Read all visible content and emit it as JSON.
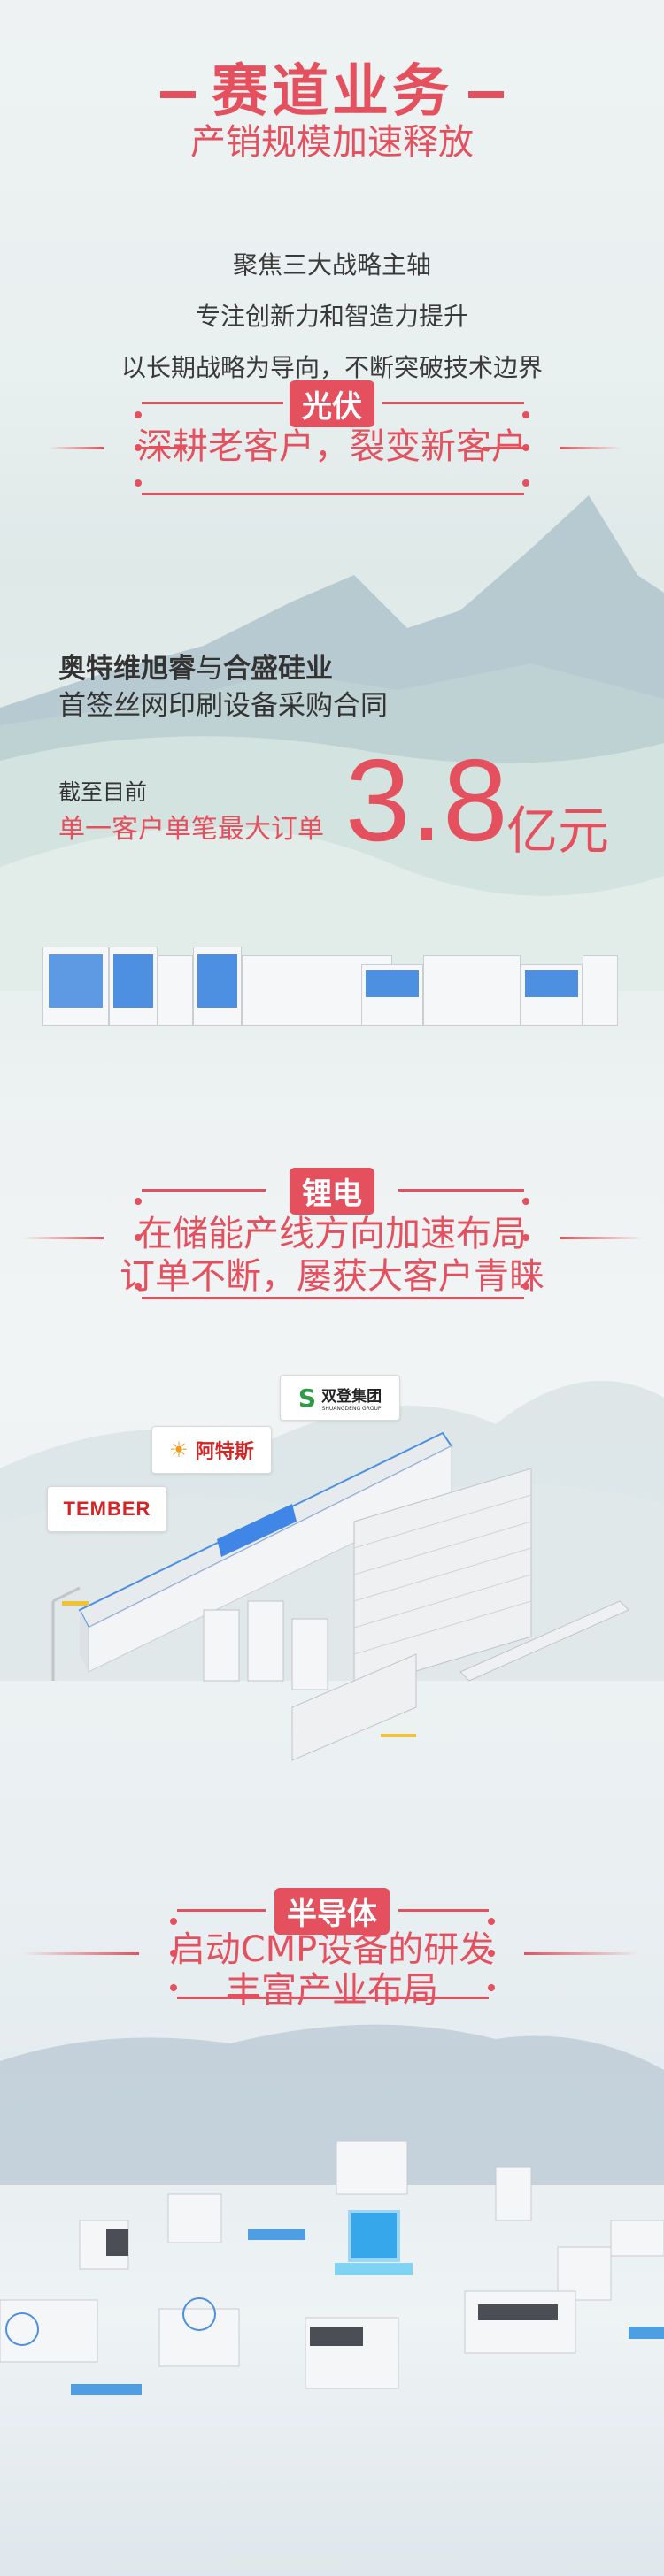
{
  "header": {
    "title": "赛道业务",
    "subtitle": "产销规模加速释放"
  },
  "intro": [
    "聚焦三大战略主轴",
    "专注创新力和智造力提升",
    "以长期战略为导向，不断突破技术边界"
  ],
  "sections": [
    {
      "badge": "光伏",
      "lines": [
        "深耕老客户，裂变新客户"
      ],
      "company_a": "奥特维旭睿",
      "connector": "与",
      "company_b": "合盛硅业",
      "contract": "首签丝网印刷设备采购合同",
      "as_of": "截至目前",
      "record": "单一客户单笔最大订单",
      "amount": "3.8",
      "unit": "亿元"
    },
    {
      "badge": "锂电",
      "lines": [
        "在储能产线方向加速布局",
        "订单不断，屡获大客户青睐"
      ],
      "logos": {
        "shuangdeng": "双登集团",
        "shuangdeng_en": "SHUANGDENG GROUP",
        "atesi": "阿特斯",
        "tember": "TEMBER"
      }
    },
    {
      "badge": "半导体",
      "lines": [
        "启动CMP设备的研发",
        "丰富产业布局"
      ]
    }
  ],
  "colors": {
    "accent": "#e5505f",
    "equipment_blue": "#4d8fe0"
  }
}
